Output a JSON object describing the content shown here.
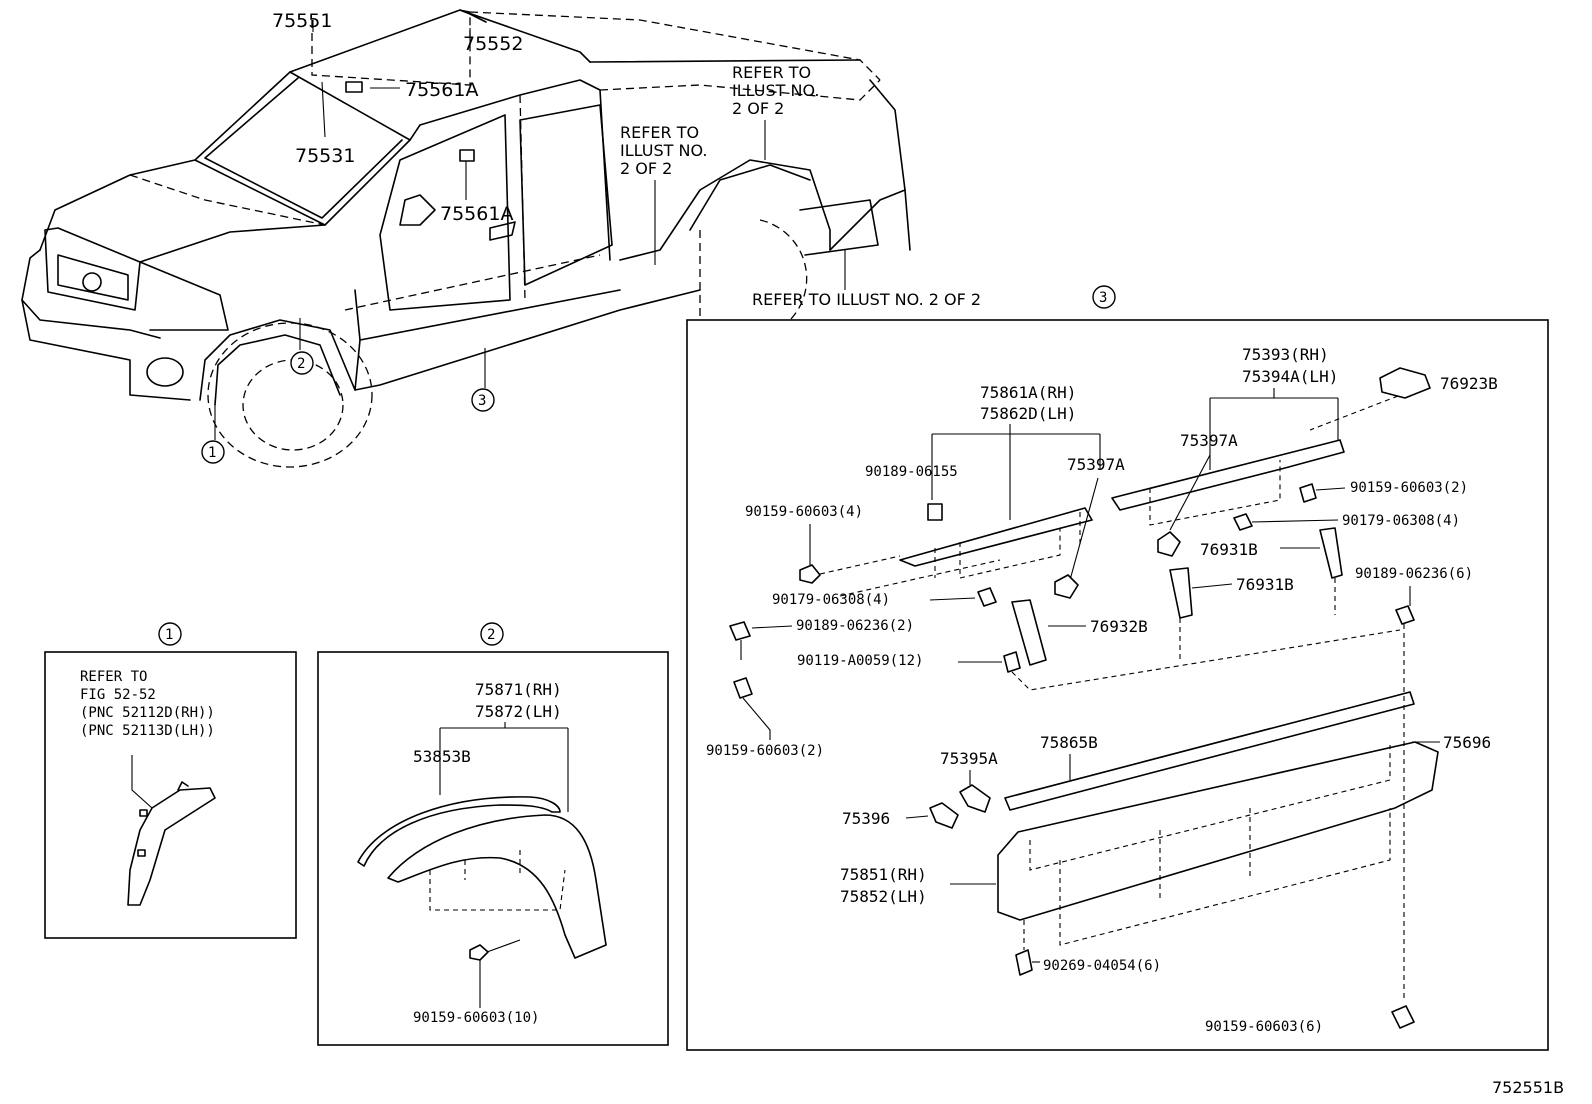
{
  "diagram_id": "752551B",
  "truck_labels": {
    "p75551": "75551",
    "p75552": "75552",
    "p75561a_top": "75561A",
    "p75531": "75531",
    "p75561a_door": "75561A"
  },
  "refer_notes": {
    "n1": [
      "REFER TO",
      "ILLUST NO.",
      "2 OF 2"
    ],
    "n2": [
      "REFER TO",
      "ILLUST NO.",
      "2 OF 2"
    ],
    "n3": "REFER TO ILLUST NO. 2 OF 2"
  },
  "callouts": {
    "c1": "1",
    "c2": "2",
    "c3": "3"
  },
  "panel1": {
    "header": "1",
    "lines": [
      "REFER TO",
      "FIG 52-52",
      "(PNC 52112D(RH))",
      "(PNC 52113D(LH))"
    ]
  },
  "panel2": {
    "header": "2",
    "p75871": "75871(RH)",
    "p75872": "75872(LH)",
    "p53853b": "53853B",
    "bolt": "90159-60603(10)"
  },
  "panel3": {
    "header": "3",
    "p75393": "75393(RH)",
    "p75394a": "75394A(LH)",
    "p76923b": "76923B",
    "p75861a": "75861A(RH)",
    "p75862d": "75862D(LH)",
    "p75397a_right": "75397A",
    "p75397a_left": "75397A",
    "p90189_06155": "90189-06155",
    "p90159_4": "90159-60603(4)",
    "p90159_2r": "90159-60603(2)",
    "p90179_4r": "90179-06308(4)",
    "p76931b_1": "76931B",
    "p76931b_2": "76931B",
    "p90189_6": "90189-06236(6)",
    "p90179_4l": "90179-06308(4)",
    "p90189_2": "90189-06236(2)",
    "p76932b": "76932B",
    "p90119": "90119-A0059(12)",
    "p90159_2l": "90159-60603(2)",
    "p75865b": "75865B",
    "p75395a": "75395A",
    "p75696": "75696",
    "p75396": "75396",
    "p75851": "75851(RH)",
    "p75852": "75852(LH)",
    "p90269": "90269-04054(6)",
    "p90159_6": "90159-60603(6)"
  }
}
